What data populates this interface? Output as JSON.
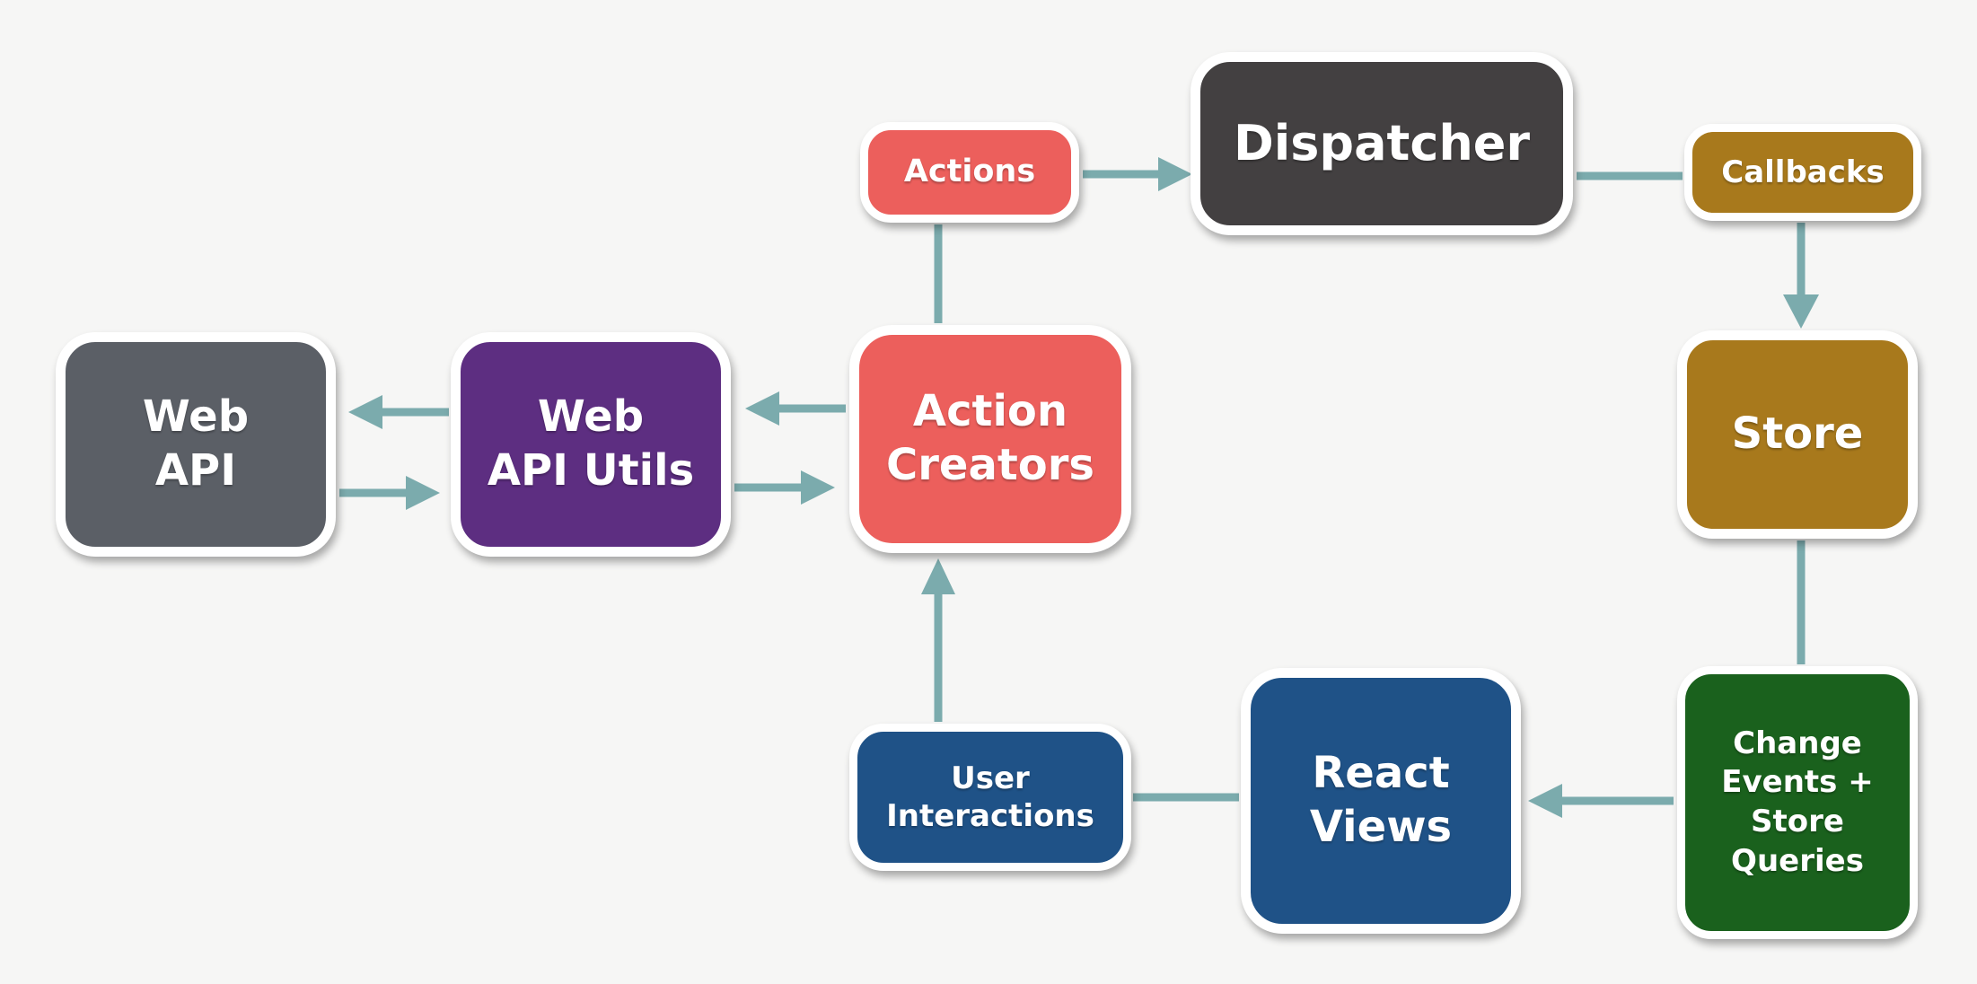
{
  "colors": {
    "background": "#f6f6f5",
    "connector": "#7babad",
    "box_border": "#ffffff",
    "text": "#ffffff",
    "salmon": "#ec5f5c",
    "dark_gray": "#434041",
    "gold": "#a8791c",
    "slate_gray": "#5b5f66",
    "purple": "#5d2e81",
    "blue": "#1f5287",
    "green": "#1a611d"
  },
  "nodes": {
    "actions": {
      "label": "Actions",
      "lines": [
        "Actions"
      ],
      "color": "#ec5f5c"
    },
    "dispatcher": {
      "label": "Dispatcher",
      "lines": [
        "Dispatcher"
      ],
      "color": "#434041"
    },
    "callbacks": {
      "label": "Callbacks",
      "lines": [
        "Callbacks"
      ],
      "color": "#a8791c"
    },
    "web_api": {
      "label": "Web API",
      "lines": [
        "Web",
        "API"
      ],
      "color": "#5b5f66"
    },
    "web_api_utils": {
      "label": "Web API Utils",
      "lines": [
        "Web",
        "API Utils"
      ],
      "color": "#5d2e81"
    },
    "action_creators": {
      "label": "Action Creators",
      "lines": [
        "Action",
        "Creators"
      ],
      "color": "#ec5f5c"
    },
    "store": {
      "label": "Store",
      "lines": [
        "Store"
      ],
      "color": "#a8791c"
    },
    "user_interactions": {
      "label": "User Interactions",
      "lines": [
        "User",
        "Interactions"
      ],
      "color": "#1f5287"
    },
    "react_views": {
      "label": "React Views",
      "lines": [
        "React",
        "Views"
      ],
      "color": "#1f5287"
    },
    "change_events": {
      "label": "Change Events + Store Queries",
      "lines": [
        "Change",
        "Events +",
        "Store",
        "Queries"
      ],
      "color": "#1a611d"
    }
  },
  "edges": [
    {
      "from": "actions",
      "to": "dispatcher",
      "style": "arrow"
    },
    {
      "from": "dispatcher",
      "to": "callbacks",
      "style": "line"
    },
    {
      "from": "callbacks",
      "to": "store",
      "style": "arrow"
    },
    {
      "from": "action_creators",
      "to": "actions",
      "style": "line"
    },
    {
      "from": "user_interactions",
      "to": "action_creators",
      "style": "arrow"
    },
    {
      "from": "web_api_utils",
      "to": "web_api",
      "style": "arrow"
    },
    {
      "from": "web_api",
      "to": "web_api_utils",
      "style": "arrow"
    },
    {
      "from": "action_creators",
      "to": "web_api_utils",
      "style": "arrow"
    },
    {
      "from": "web_api_utils",
      "to": "action_creators",
      "style": "arrow"
    },
    {
      "from": "change_events",
      "to": "react_views",
      "style": "arrow"
    },
    {
      "from": "react_views",
      "to": "user_interactions",
      "style": "line"
    },
    {
      "from": "store",
      "to": "change_events",
      "style": "line"
    }
  ]
}
